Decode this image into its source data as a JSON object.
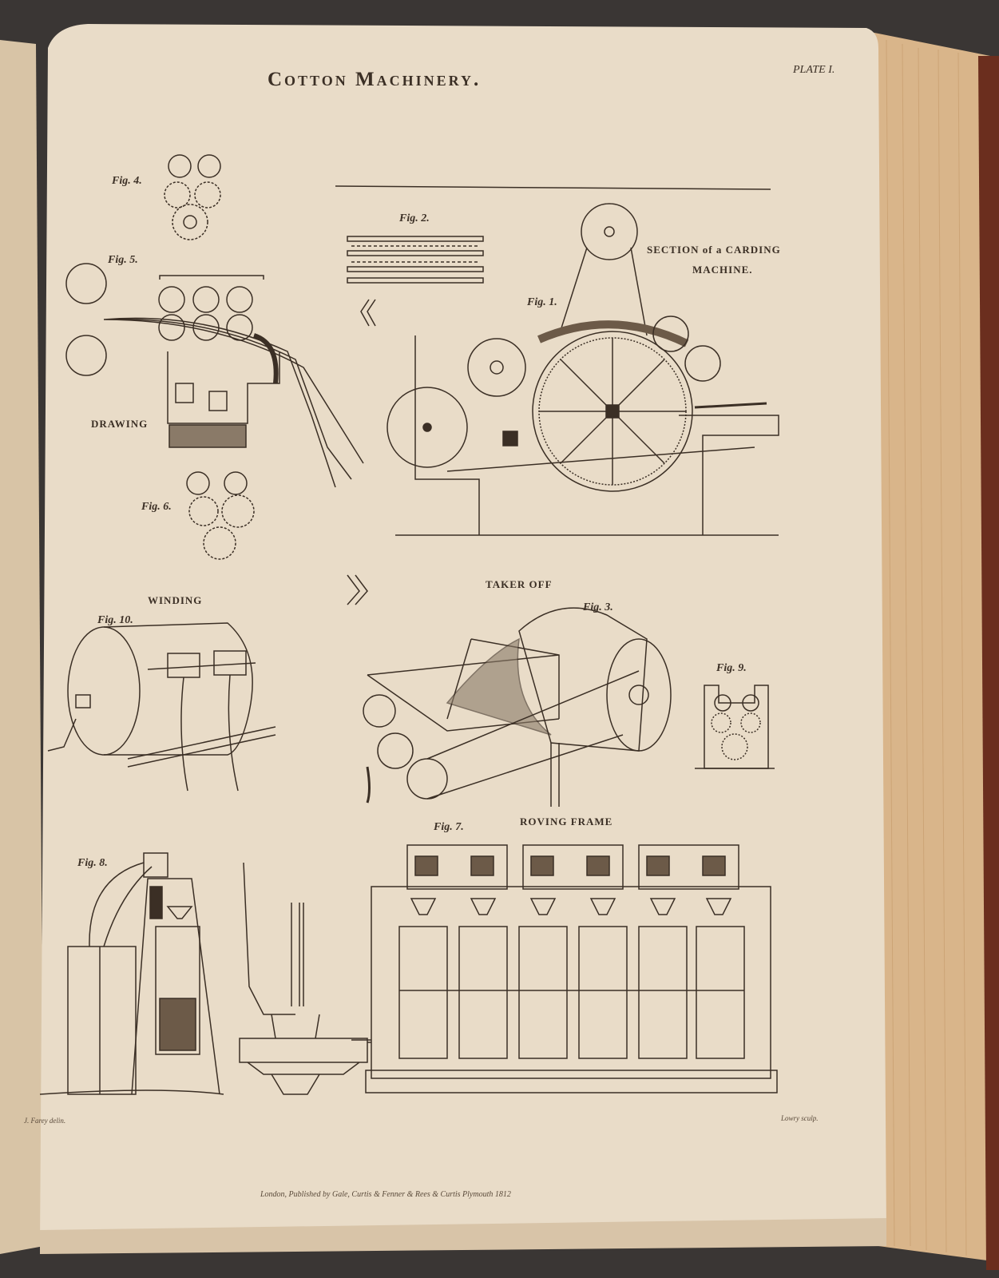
{
  "plate": {
    "title": "Cotton Machinery.",
    "plate_number": "PLATE I.",
    "headings": {
      "carding_1": "SECTION of a CARDING",
      "carding_2": "MACHINE.",
      "drawing": "DRAWING",
      "winding": "WINDING",
      "taker_off": "TAKER OFF",
      "roving_frame": "ROVING FRAME"
    },
    "figures": {
      "fig1": "Fig. 1.",
      "fig2": "Fig. 2.",
      "fig3": "Fig. 3.",
      "fig4": "Fig. 4.",
      "fig5": "Fig. 5.",
      "fig6": "Fig. 6.",
      "fig7": "Fig. 7.",
      "fig8": "Fig. 8.",
      "fig9": "Fig. 9.",
      "fig10": "Fig. 10."
    },
    "credits": {
      "draughtsman": "J. Farey delin.",
      "engraver": "Lowry sculp."
    },
    "imprint": "London, Published by Gale, Curtis & Fenner & Rees & Curtis Plymouth 1812"
  },
  "colors": {
    "paper": "#e9dcc8",
    "ink": "#3b2f25",
    "page_edges": "#d9b58a"
  }
}
